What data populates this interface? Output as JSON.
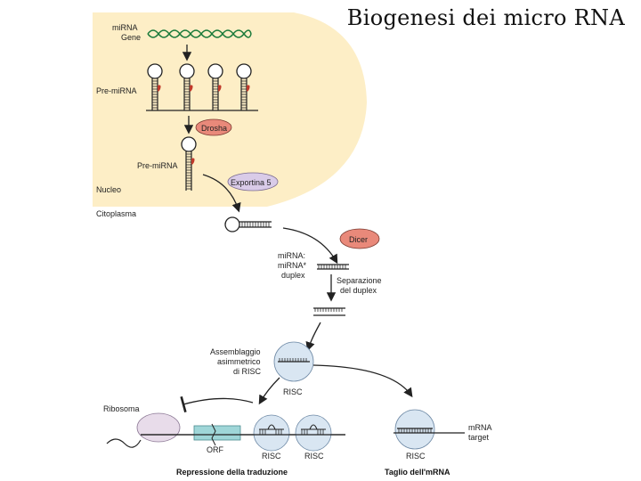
{
  "title": "Biogenesi dei micro RNA",
  "colors": {
    "nucleus": "#fdeec6",
    "enzyme_red": "#e9897a",
    "exportin": "#d9cbe8",
    "risc": "#d9e6f2",
    "ribosome": "#e8dcea",
    "orf_box": "#9fd6d8",
    "hairpin_red": "#c0392b"
  },
  "labels": {
    "mirna_gene_line1": "miRNA",
    "mirna_gene_line2": "Gene",
    "pri_mirna": "Pre-miRNA",
    "drosha": "Drosha",
    "pre_mirna": "Pre-miRNA",
    "nucleo": "Nucleo",
    "exportina": "Exportina 5",
    "citoplasma": "Citoplasma",
    "dicer": "Dicer",
    "duplex_line1": "miRNA:",
    "duplex_line2": "miRNA*",
    "duplex_line3": "duplex",
    "separazione_line1": "Separazione",
    "separazione_line2": "del duplex",
    "assemblaggio_line1": "Assemblaggio",
    "assemblaggio_line2": "asimmetrico",
    "assemblaggio_line3": "di RISC",
    "risc_top": "RISC",
    "ribosoma": "Ribosoma",
    "orf": "ORF",
    "risc_1": "RISC",
    "risc_2": "RISC",
    "risc_3": "RISC",
    "mrna_target_line1": "mRNA",
    "mrna_target_line2": "target",
    "repressione": "Repressione della traduzione",
    "taglio": "Taglio dell'mRNA"
  }
}
